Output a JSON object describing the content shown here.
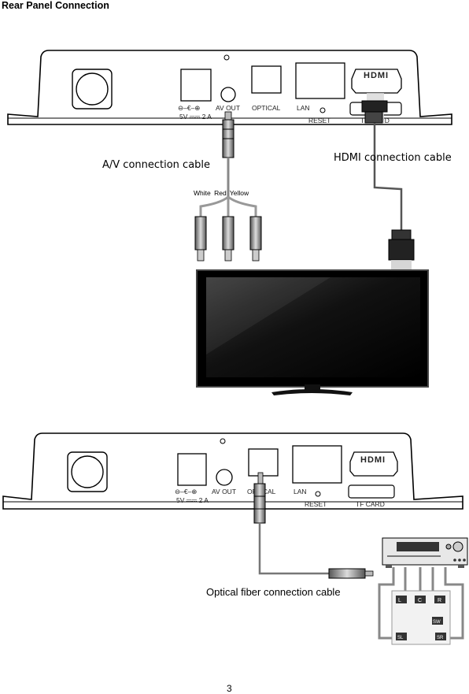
{
  "page": {
    "title": "Rear Panel Connection",
    "number": "3"
  },
  "panel": {
    "power_label": "5V ⎓⎓ 2 A",
    "av_out_label": "AV OUT",
    "optical_label": "OPTICAL",
    "lan_label": "LAN",
    "reset_label": "RESET",
    "tf_card_label": "TF CARD",
    "hdmi_logo": "HDMI"
  },
  "callouts": {
    "av_cable": "A/V connection cable",
    "hdmi_cable": "HDMI connection cable",
    "optical_cable": "Optical fiber connection cable",
    "rca_colors": "White   Red   Yellow"
  },
  "receiver": {
    "speakers": [
      "L",
      "C",
      "R",
      "SW",
      "SL",
      "SR"
    ]
  }
}
